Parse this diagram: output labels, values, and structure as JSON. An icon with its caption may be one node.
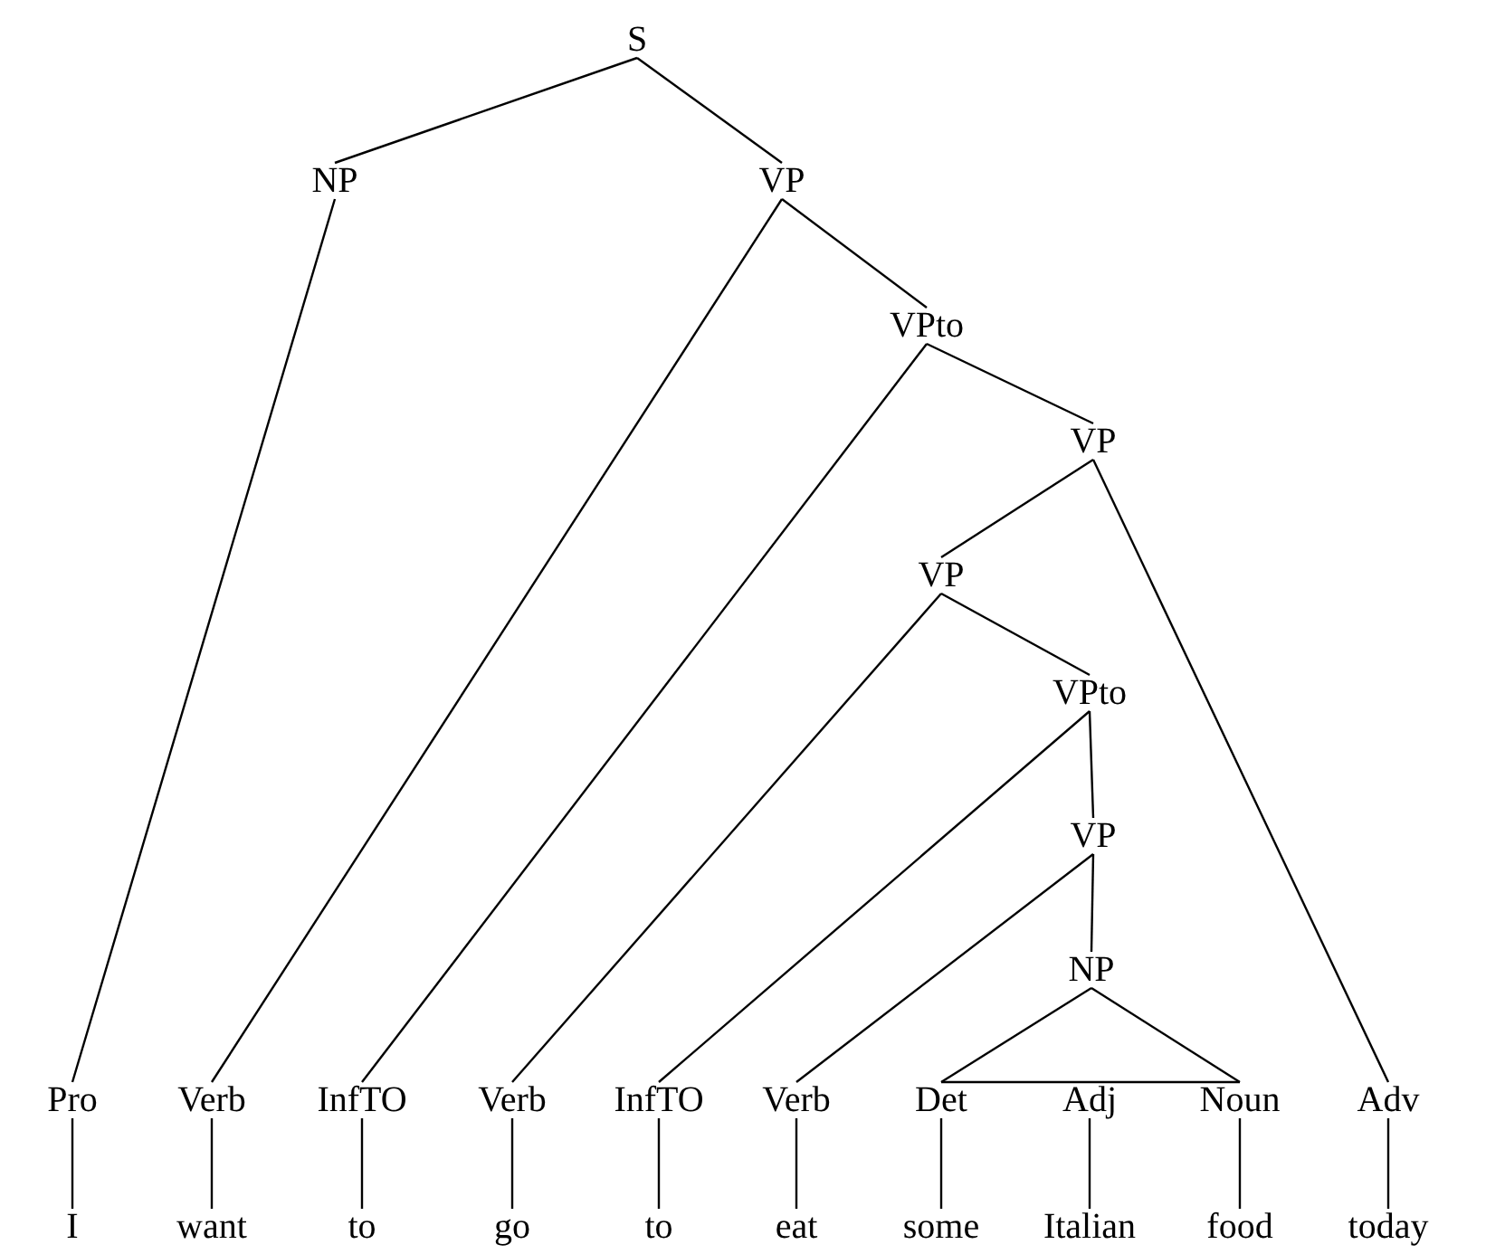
{
  "diagram": {
    "nodes": [
      {
        "text": [
          "S"
        ]
      },
      {
        "text": [
          "NP"
        ]
      },
      {
        "text": [
          "VP"
        ]
      },
      {
        "text": [
          "VPto"
        ]
      },
      {
        "text": [
          "VP"
        ]
      },
      {
        "text": [
          "VP"
        ]
      },
      {
        "text": [
          "VPto"
        ]
      },
      {
        "text": [
          "VP"
        ]
      },
      {
        "text": [
          "NP"
        ]
      },
      {
        "text": [
          "Pro"
        ]
      },
      {
        "text": [
          "Verb"
        ]
      },
      {
        "text": [
          "InfTO"
        ]
      },
      {
        "text": [
          "Verb"
        ]
      },
      {
        "text": [
          "InfTO"
        ]
      },
      {
        "text": [
          "Verb"
        ]
      },
      {
        "text": [
          "Det"
        ]
      },
      {
        "text": [
          "Adj"
        ]
      },
      {
        "text": [
          "Noun"
        ]
      },
      {
        "text": [
          "Adv"
        ]
      },
      {
        "text": [
          "I"
        ]
      },
      {
        "text": [
          "want"
        ]
      },
      {
        "text": [
          "to"
        ]
      },
      {
        "text": [
          "go"
        ]
      },
      {
        "text": [
          "to"
        ]
      },
      {
        "text": [
          "eat"
        ]
      },
      {
        "text": [
          "some"
        ]
      },
      {
        "text": [
          "Italian"
        ]
      },
      {
        "text": [
          "food"
        ]
      },
      {
        "text": [
          "today"
        ]
      }
    ],
    "edges": [
      {
        "from": 0,
        "to": 1,
        "arrow": "none"
      },
      {
        "from": 0,
        "to": 2,
        "arrow": "none"
      },
      {
        "from": 1,
        "to": 9,
        "arrow": "none"
      },
      {
        "from": 2,
        "to": 10,
        "arrow": "none"
      },
      {
        "from": 2,
        "to": 3,
        "arrow": "none"
      },
      {
        "from": 3,
        "to": 11,
        "arrow": "none"
      },
      {
        "from": 3,
        "to": 4,
        "arrow": "none"
      },
      {
        "from": 4,
        "to": 5,
        "arrow": "none"
      },
      {
        "from": 4,
        "to": 18,
        "arrow": "none"
      },
      {
        "from": 5,
        "to": 12,
        "arrow": "none"
      },
      {
        "from": 5,
        "to": 6,
        "arrow": "none"
      },
      {
        "from": 6,
        "to": 13,
        "arrow": "none"
      },
      {
        "from": 6,
        "to": 7,
        "arrow": "none"
      },
      {
        "from": 7,
        "to": 14,
        "arrow": "none"
      },
      {
        "from": 7,
        "to": 8,
        "arrow": "none"
      },
      {
        "from": 8,
        "to": 15,
        "arrow": "none"
      },
      {
        "from": 8,
        "to": 17,
        "arrow": "none"
      },
      {
        "from": 9,
        "to": 19,
        "arrow": "none"
      },
      {
        "from": 10,
        "to": 20,
        "arrow": "none"
      },
      {
        "from": 11,
        "to": 21,
        "arrow": "none"
      },
      {
        "from": 12,
        "to": 22,
        "arrow": "none"
      },
      {
        "from": 13,
        "to": 23,
        "arrow": "none"
      },
      {
        "from": 14,
        "to": 24,
        "arrow": "none"
      },
      {
        "from": 15,
        "to": 25,
        "arrow": "none"
      },
      {
        "from": 16,
        "to": 26,
        "arrow": "none"
      },
      {
        "from": 17,
        "to": 27,
        "arrow": "none"
      },
      {
        "from": 18,
        "to": 28,
        "arrow": "none"
      }
    ]
  }
}
